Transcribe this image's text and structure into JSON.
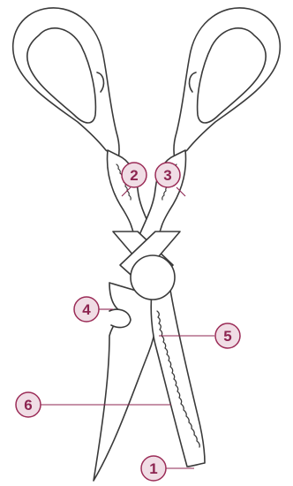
{
  "callouts": [
    {
      "number": "1"
    },
    {
      "number": "2"
    },
    {
      "number": "3"
    },
    {
      "number": "4"
    },
    {
      "number": "5"
    },
    {
      "number": "6"
    }
  ],
  "colors": {
    "callout_fill": "#f0dde5",
    "callout_stroke": "#9b2c57",
    "callout_text": "#8c2450",
    "outline": "#3a3a3a",
    "line": "#8c2450"
  }
}
